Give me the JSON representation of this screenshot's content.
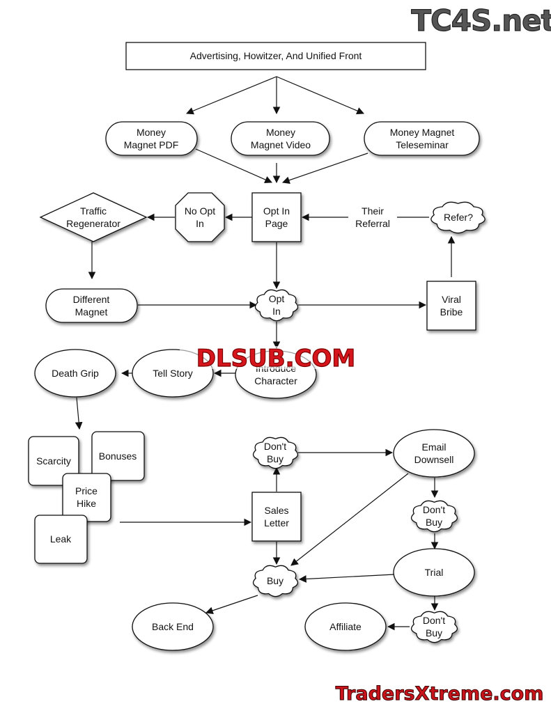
{
  "watermarks": {
    "top": "TC4S.net",
    "middle": "DLSUB.COM",
    "bottom": "TradersXtreme.com"
  },
  "nodes": {
    "header": "Advertising, Howitzer, And Unified Front",
    "money_pdf": [
      "Money",
      "Magnet PDF"
    ],
    "money_video": [
      "Money",
      "Magnet Video"
    ],
    "money_teleseminar": [
      "Money Magnet",
      "Teleseminar"
    ],
    "traffic_regenerator": [
      "Traffic",
      "Regenerator"
    ],
    "no_opt_in": [
      "No Opt",
      "In"
    ],
    "opt_in_page": [
      "Opt In",
      "Page"
    ],
    "their_referral": [
      "Their",
      "Referral"
    ],
    "refer": [
      "Refer?"
    ],
    "different_magnet": [
      "Different",
      "Magnet"
    ],
    "opt_in": [
      "Opt",
      "In"
    ],
    "viral_bribe": [
      "Viral",
      "Bribe"
    ],
    "death_grip": [
      "Death Grip"
    ],
    "tell_story": [
      "Tell Story"
    ],
    "introduce_character": [
      "Introduce",
      "Character"
    ],
    "scarcity": [
      "Scarcity"
    ],
    "bonuses": [
      "Bonuses"
    ],
    "price_hike": [
      "Price",
      "Hike"
    ],
    "leak": [
      "Leak"
    ],
    "dont_buy_1": [
      "Don't",
      "Buy"
    ],
    "email_downsell": [
      "Email",
      "Downsell"
    ],
    "sales_letter": [
      "Sales",
      "Letter"
    ],
    "dont_buy_2": [
      "Don't",
      "Buy"
    ],
    "buy": [
      "Buy"
    ],
    "trial": [
      "Trial"
    ],
    "back_end": [
      "Back End"
    ],
    "affiliate": [
      "Affiliate"
    ],
    "dont_buy_3": [
      "Don't",
      "Buy"
    ]
  }
}
